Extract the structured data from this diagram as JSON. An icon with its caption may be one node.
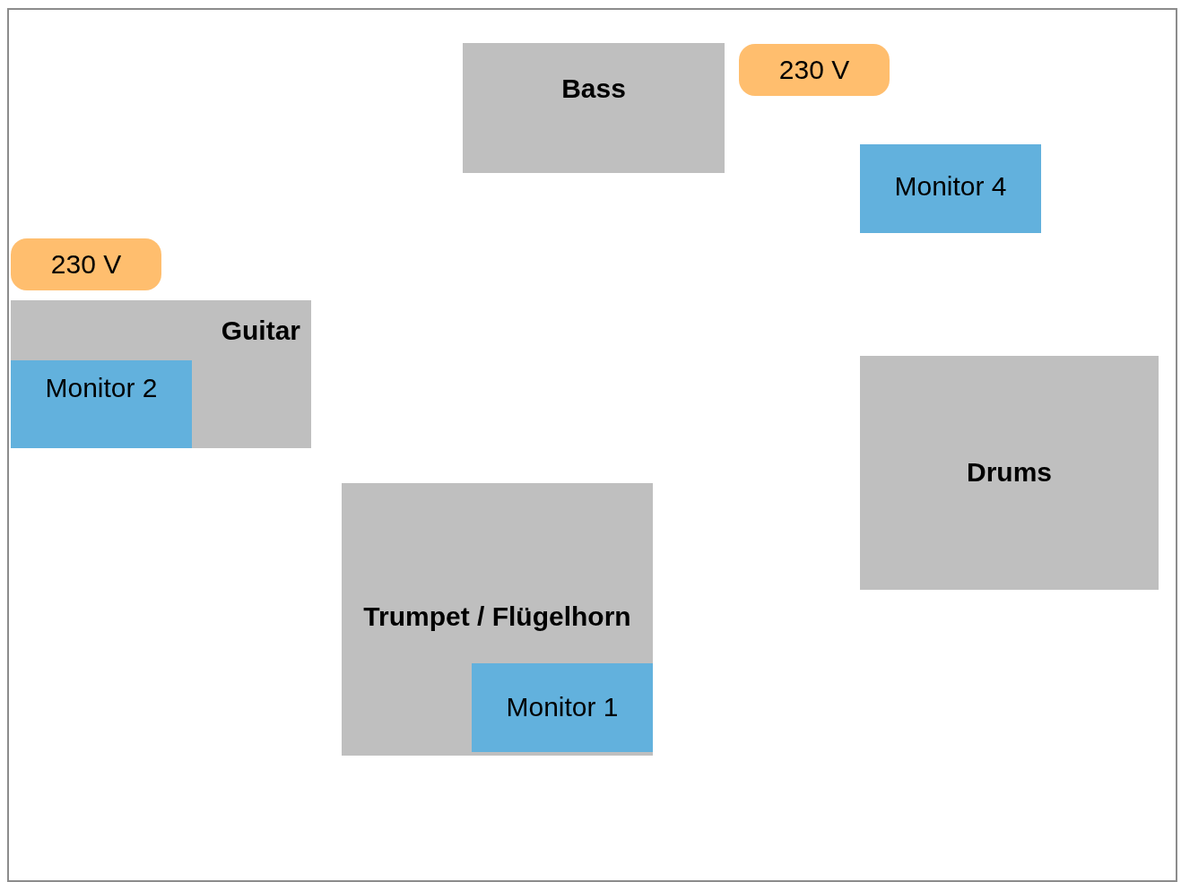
{
  "diagram": {
    "nodes": [
      {
        "text": [
          "Bass"
        ]
      },
      {
        "text": [
          "230 V"
        ]
      },
      {
        "text": [
          "Monitor 4"
        ]
      },
      {
        "text": [
          "230 V"
        ]
      },
      {
        "text": [
          "Guitar"
        ]
      },
      {
        "text": [
          "Monitor 2"
        ],
        "in": 4
      },
      {
        "text": [
          "Drums"
        ]
      },
      {
        "text": [
          "Trumpet / Flügelhorn"
        ]
      },
      {
        "text": [
          "Monitor 1"
        ],
        "in": 7
      }
    ]
  }
}
